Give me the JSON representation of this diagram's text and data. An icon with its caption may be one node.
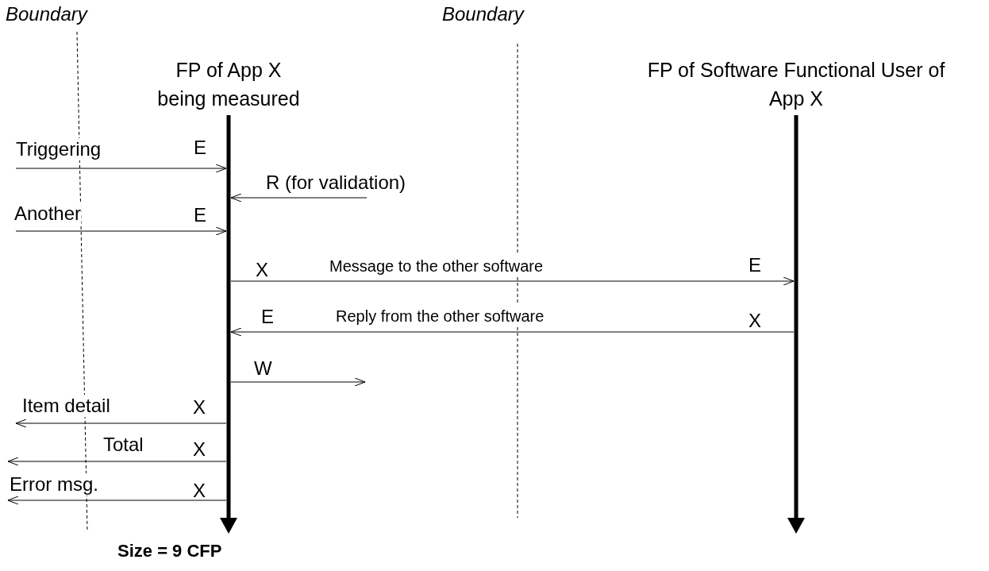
{
  "diagram": {
    "nodes": [
      {
        "text": [
          "FP of App X being measured"
        ]
      },
      {
        "text": [
          "FP of Software Functional User of App X"
        ]
      }
    ],
    "edges": [
      {
        "from": null,
        "to": 0,
        "arrow": "to",
        "label": "Triggering"
      },
      {
        "from": null,
        "to": 0,
        "arrow": "to",
        "label": "R (for validation)"
      },
      {
        "from": null,
        "to": 0,
        "arrow": "to",
        "label": "Another"
      },
      {
        "from": 0,
        "to": 1,
        "arrow": "to",
        "label": "Message to the other software"
      },
      {
        "from": 1,
        "to": 0,
        "arrow": "to",
        "label": "Reply from the other software"
      },
      {
        "from": 0,
        "to": null,
        "arrow": "to"
      },
      {
        "from": 0,
        "to": null,
        "arrow": "to",
        "label": "Item detail"
      },
      {
        "from": 0,
        "to": null,
        "arrow": "to",
        "label": "Total"
      },
      {
        "from": 0,
        "to": null,
        "arrow": "to",
        "label": "Error msg."
      }
    ],
    "labels": [
      "Boundary",
      "Boundary",
      "E",
      "E",
      "X",
      "E",
      "E",
      "X",
      "W",
      "X",
      "X",
      "X",
      "Size = 9 CFP"
    ]
  }
}
